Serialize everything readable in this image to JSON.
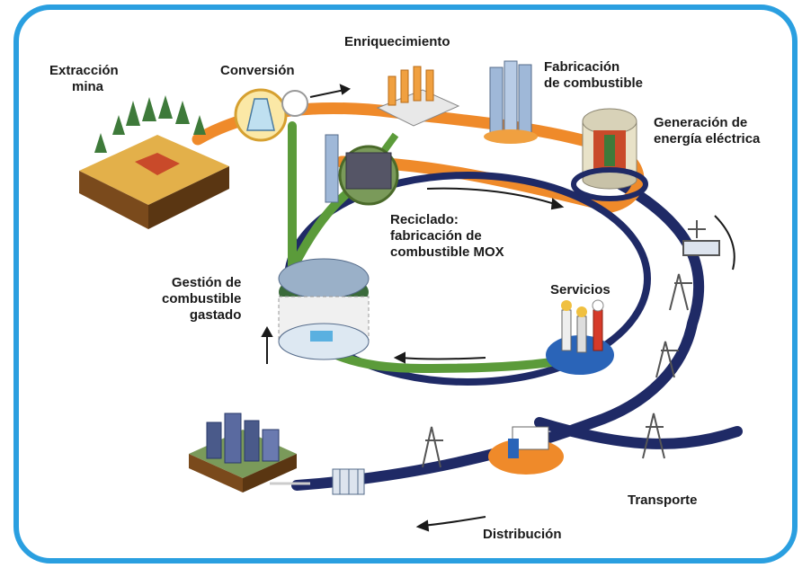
{
  "labels": {
    "extraccion": [
      "Extracción",
      "mina"
    ],
    "conversion": [
      "Conversión"
    ],
    "enriquecimiento": [
      "Enriquecimiento"
    ],
    "fabricacion": [
      "Fabricación",
      "de combustible"
    ],
    "generacion": [
      "Generación de",
      "energía eléctrica"
    ],
    "reciclado": [
      "Reciclado:",
      "fabricación de",
      "combustible MOX"
    ],
    "servicios": [
      "Servicios"
    ],
    "gestion": [
      "Gestión de",
      "combustible",
      "gastado"
    ],
    "transporte": [
      "Transporte"
    ],
    "distribucion": [
      "Distribución"
    ]
  },
  "colors": {
    "frame": "#2a9fe0",
    "orange_loop": "#ef8a2a",
    "green_loop": "#5b9b3a",
    "navy_grid": "#1f2a66",
    "text": "#1a1a1a"
  }
}
